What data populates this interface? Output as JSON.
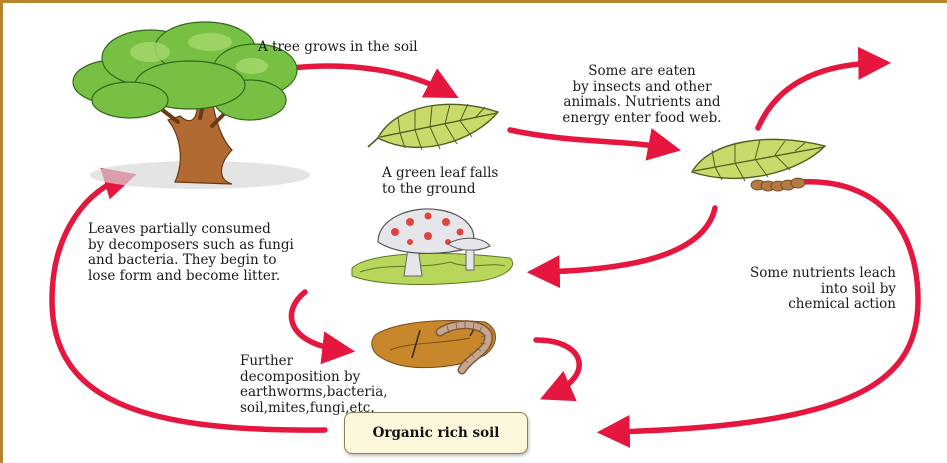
{
  "labels": {
    "tree": "A tree grows in the soil",
    "leaf_fall": "A green leaf falls\nto the ground",
    "eaten": "Some are eaten\nby insects and other\nanimals. Nutrients and\nenergy enter food web.",
    "partial": "Leaves partially consumed\nby decomposers such as fungi\nand bacteria. They begin to\nlose form and become litter.",
    "leach": "Some nutrients leach\ninto soil by\nchemical action",
    "further": "Further\ndecomposition by\nearthworms,bacteria,\nsoil,mites,fungi,etc.",
    "soil": "Organic rich soil"
  },
  "colors": {
    "arrow": "#e5173f",
    "leaf": "#c9da6a",
    "leaf_vein": "#4d5f1f",
    "tree_foliage": "#77c043",
    "trunk": "#b06a32",
    "mushroom_cap": "#e6e6ea",
    "mushroom_spot": "#e0453d",
    "litter": "#b8d65a",
    "soil_clump": "#c8872b",
    "worm": "#b59277"
  },
  "icons": [
    "tree-icon",
    "green-leaf-icon",
    "leaf-with-caterpillar-icon",
    "mushroom-icon",
    "worm-soil-icon"
  ]
}
